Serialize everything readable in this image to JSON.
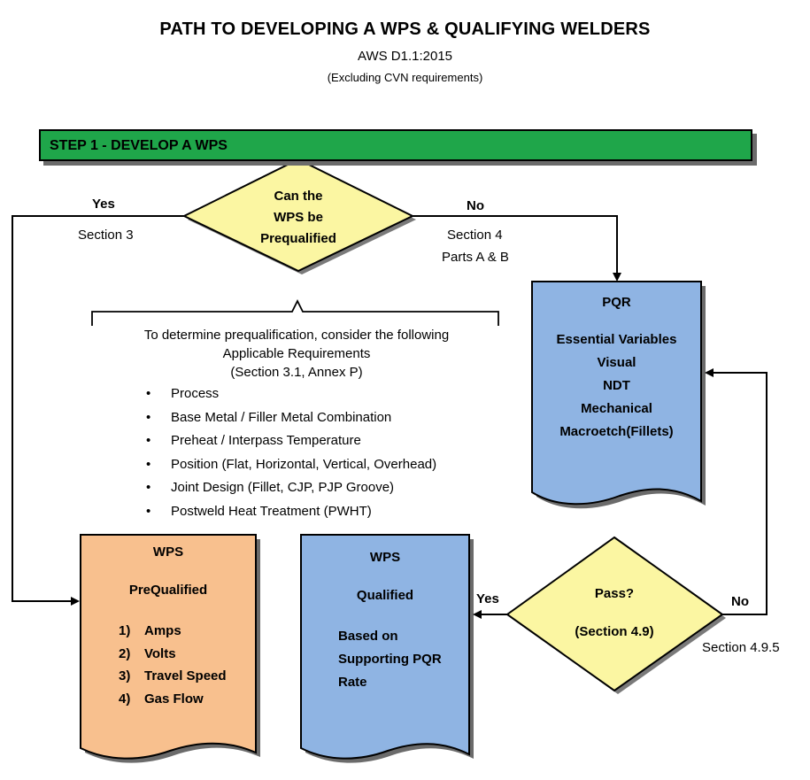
{
  "title": "PATH TO DEVELOPING A WPS & QUALIFYING WELDERS",
  "subtitle": "AWS D1.1:2015",
  "note": "(Excluding CVN requirements)",
  "step_banner": "STEP 1 - DEVELOP A WPS",
  "decision_prequal": {
    "line1": "Can the",
    "line2": "WPS be",
    "line3": "Prequalified"
  },
  "yes_branch": {
    "label": "Yes",
    "section": "Section 3"
  },
  "no_branch": {
    "label": "No",
    "section_line1": "Section 4",
    "section_line2": "Parts A & B"
  },
  "requirements": {
    "line1": "To determine prequalification, consider the following",
    "line2": "Applicable Requirements",
    "line3": "(Section 3.1, Annex P)",
    "items": [
      "Process",
      "Base Metal / Filler Metal Combination",
      "Preheat / Interpass Temperature",
      "Position (Flat, Horizontal, Vertical, Overhead)",
      "Joint Design (Fillet, CJP, PJP Groove)",
      "Postweld Heat Treatment (PWHT)"
    ]
  },
  "pqr": {
    "title": "PQR",
    "items": [
      "Essential Variables",
      "Visual",
      "NDT",
      "Mechanical",
      "Macroetch(Fillets)"
    ]
  },
  "wps_prequalified": {
    "title": "WPS",
    "subtitle": "PreQualified",
    "items": [
      {
        "num": "1)",
        "text": "Amps"
      },
      {
        "num": "2)",
        "text": "Volts"
      },
      {
        "num": "3)",
        "text": "Travel Speed"
      },
      {
        "num": "4)",
        "text": "Gas Flow"
      }
    ]
  },
  "wps_qualified": {
    "title": "WPS",
    "subtitle": "Qualified",
    "line1": "Based on",
    "line2": "Supporting PQR",
    "line3": "Rate"
  },
  "decision_pass": {
    "line1": "Pass?",
    "line2": "(Section 4.9)"
  },
  "pass_yes": "Yes",
  "pass_no": {
    "label": "No",
    "section": "Section 4.9.5"
  },
  "colors": {
    "banner": "#1fa64a",
    "decision": "#fbf6a2",
    "pqr": "#8fb4e3",
    "wps_prequalified": "#f8c08e",
    "wps_qualified": "#8fb4e3"
  }
}
